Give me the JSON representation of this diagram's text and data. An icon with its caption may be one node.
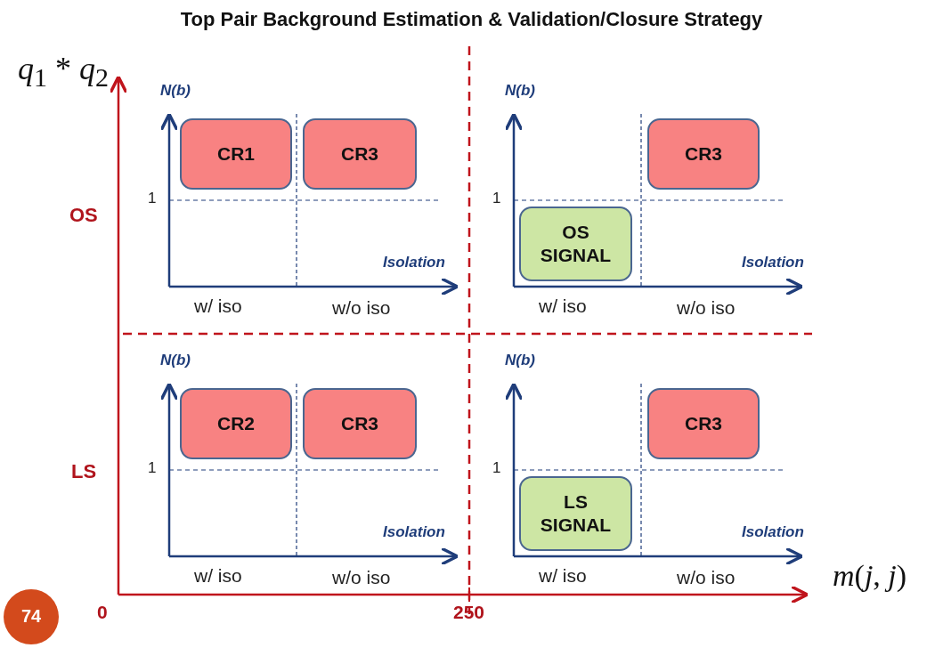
{
  "diagram": {
    "title": "Top Pair Background Estimation & Validation/Closure Strategy",
    "nodes": [
      {
        "text": [
          "CR1"
        ]
      },
      {
        "text": [
          "CR3"
        ]
      },
      {
        "text": [
          "CR3"
        ]
      },
      {
        "text": [
          "OS SIGNAL"
        ]
      },
      {
        "text": [
          "CR2"
        ]
      },
      {
        "text": [
          "CR3"
        ]
      },
      {
        "text": [
          "CR3"
        ]
      },
      {
        "text": [
          "LS SIGNAL"
        ]
      }
    ],
    "labels": [
      "*q*$_{1}$ * *q*$_{2}$",
      "OS",
      "N(b)",
      "1",
      "Isolation",
      "w/ iso",
      "w/o iso",
      "N(b)",
      "1",
      "Isolation",
      "w/ iso",
      "w/o iso",
      "LS",
      "N(b)",
      "1",
      "Isolation",
      "w/ iso",
      "w/o iso",
      "N(b)",
      "1",
      "Isolation",
      "w/ iso",
      "w/o iso",
      "*m*(*j*, *j*)",
      "74",
      "0",
      "250"
    ]
  }
}
